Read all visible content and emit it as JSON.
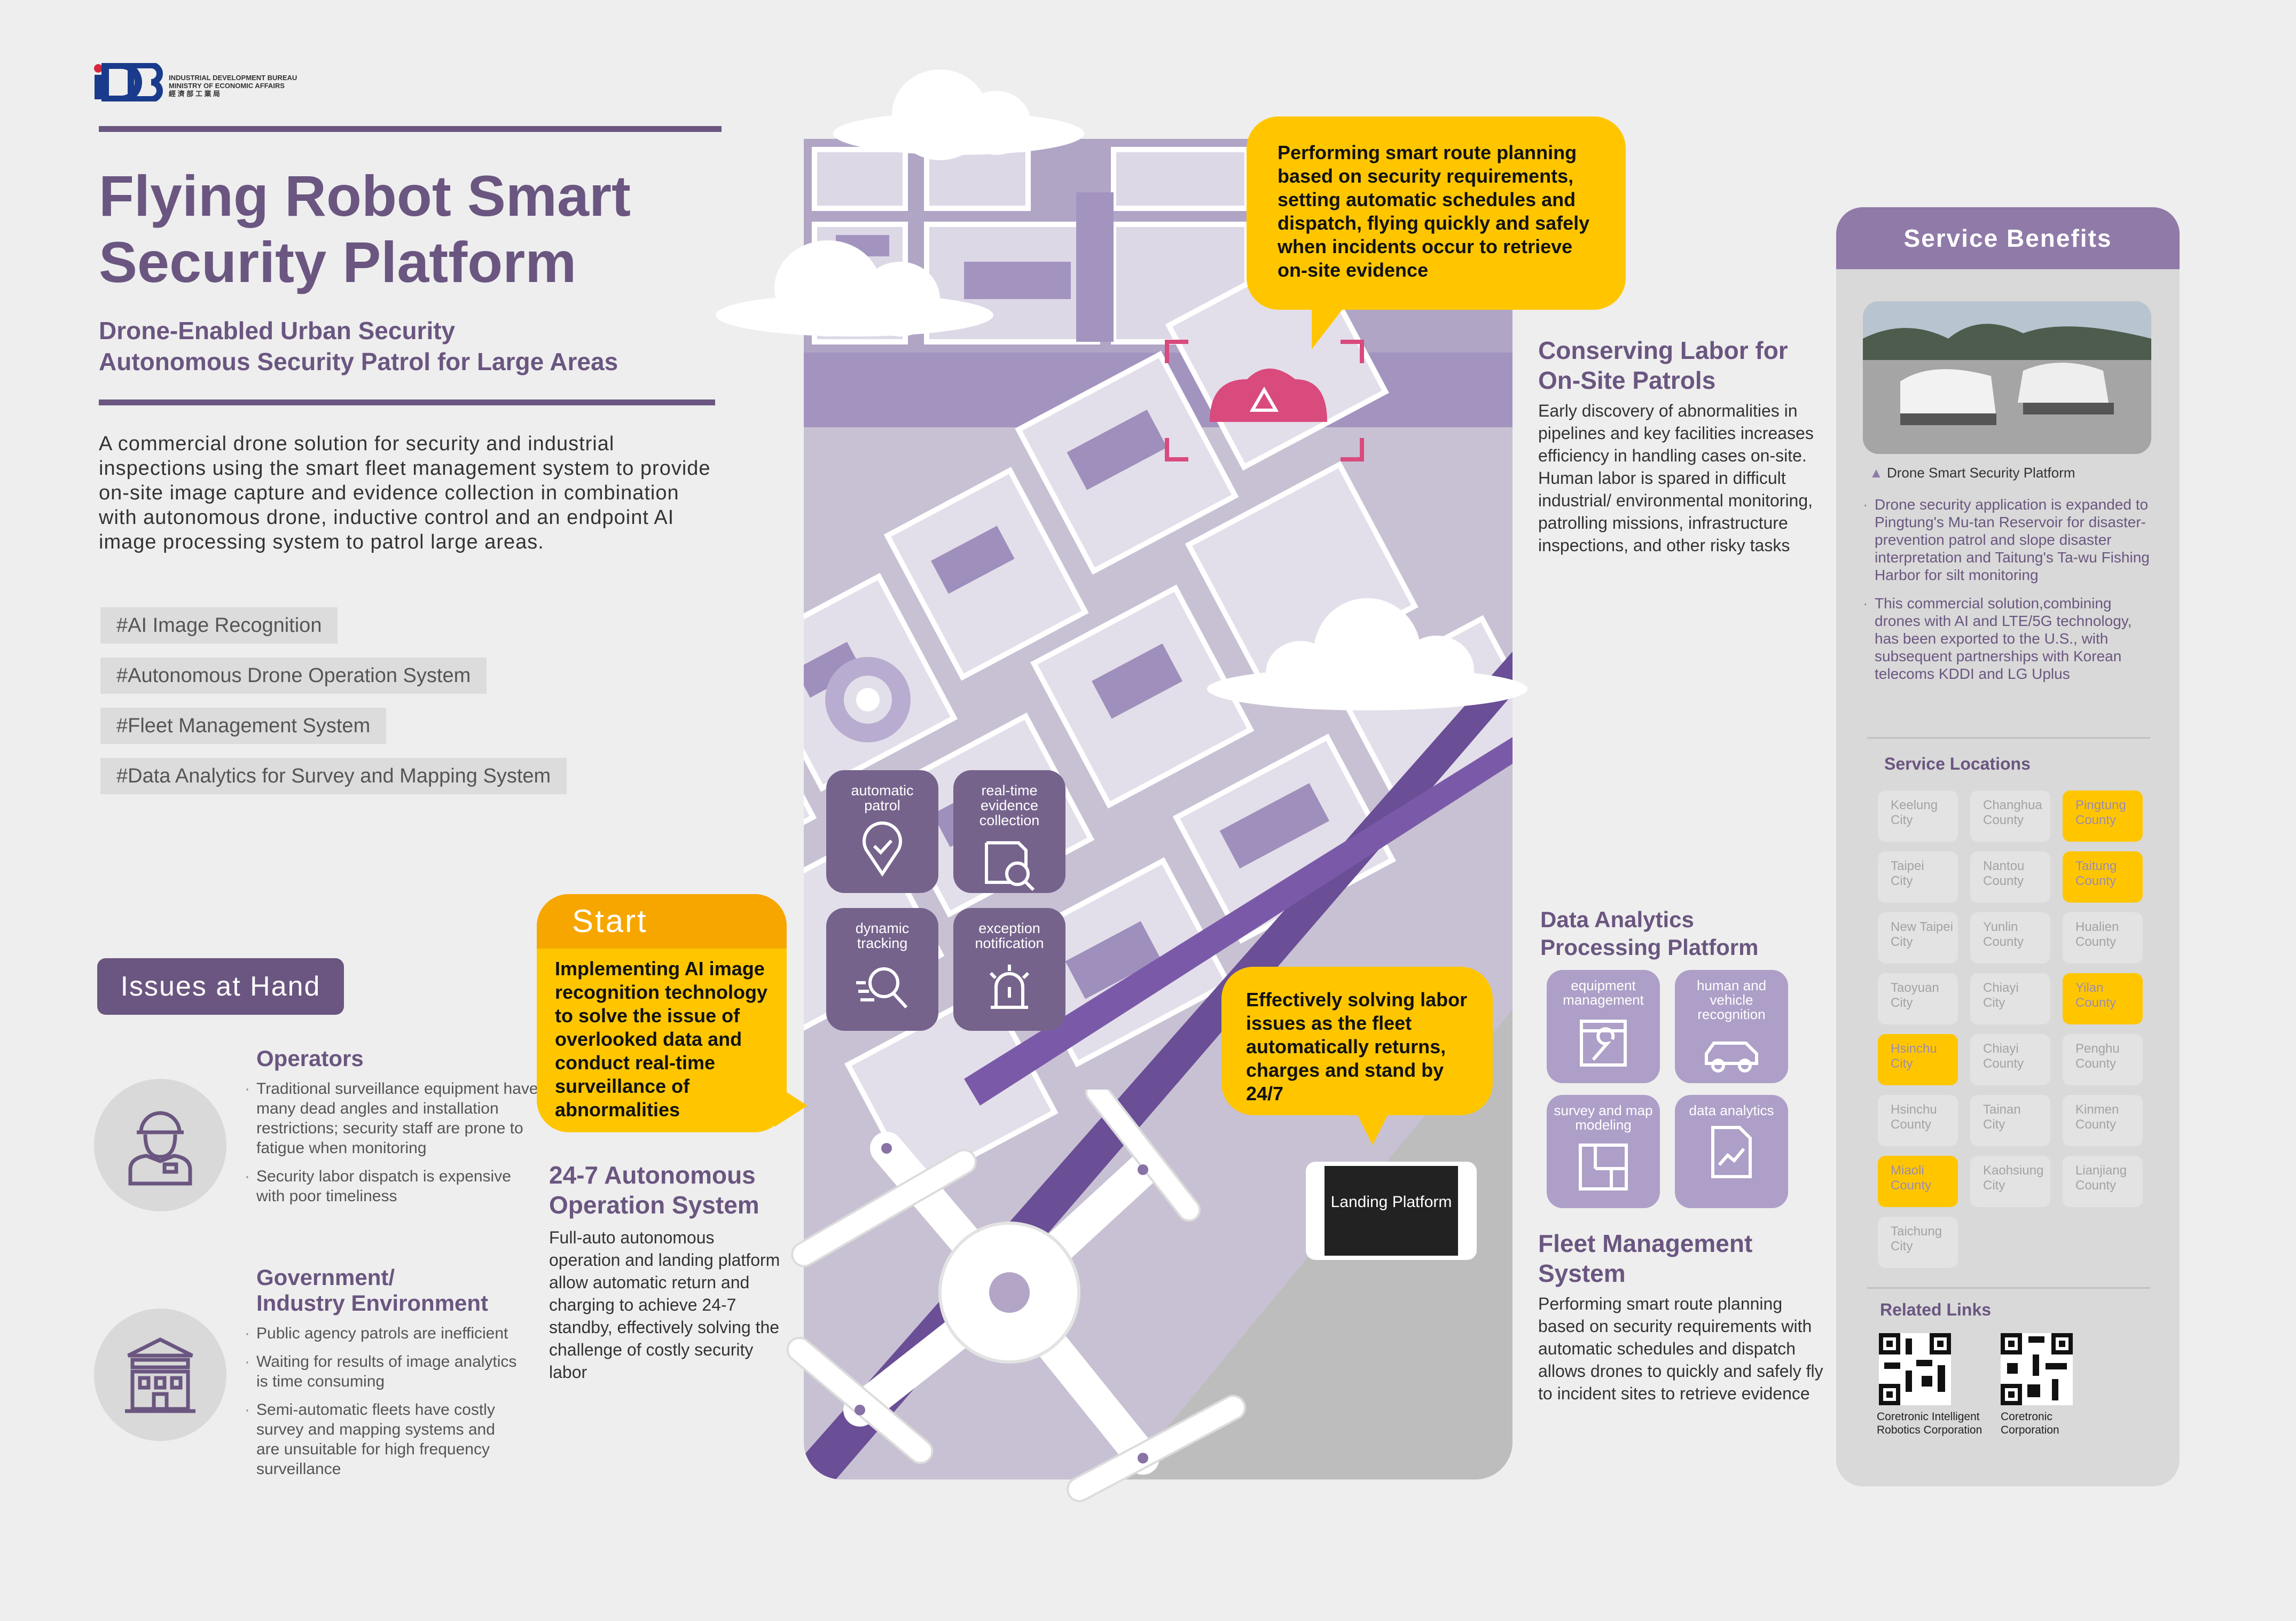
{
  "logo": {
    "mark": "IDB",
    "line1": "INDUSTRIAL DEVELOPMENT BUREAU",
    "line2": "MINISTRY OF ECONOMIC AFFAIRS",
    "line3": "經 濟 部 工 業 局"
  },
  "title": {
    "line1": "Flying Robot Smart",
    "line2": "Security Platform"
  },
  "subtitle": {
    "line1": "Drone-Enabled Urban Security",
    "line2": "Autonomous Security Patrol for Large Areas"
  },
  "intro": "A commercial drone solution for security and industrial inspections using the smart fleet management system to provide on-site image capture and evidence collection in combination with autonomous drone, inductive control and an endpoint AI image processing system to patrol large areas.",
  "tags": [
    "#AI Image Recognition",
    "#Autonomous Drone Operation System",
    "#Fleet Management System",
    "#Data Analytics for Survey and Mapping System"
  ],
  "issues": {
    "label": "Issues at Hand",
    "operators": {
      "heading": "Operators",
      "bullets": [
        "Traditional surveillance equipment have many dead angles and installation restrictions; security staff are prone to fatigue when monitoring",
        "Security labor dispatch is expensive with poor timeliness"
      ]
    },
    "government": {
      "heading1": "Government/",
      "heading2": "Industry Environment",
      "bullets": [
        "Public agency patrols are inefficient",
        "Waiting for results of image analytics is time consuming",
        "Semi-automatic fleets have costly survey and mapping systems and are unsuitable for high frequency surveillance"
      ]
    }
  },
  "map": {
    "top_bubble": "Performing smart route planning based on security requirements, setting automatic schedules and dispatch, flying quickly and safely when incidents occur to retrieve on-site evidence",
    "start_label": "Start",
    "start_text": "Implementing AI image recognition technology to solve the issue of overlooked data and conduct real-time surveillance of abnormalities",
    "labor_bubble": "Effectively solving labor issues as the fleet automatically returns, charges and stand by 24/7",
    "landing_label": "Landing Platform",
    "features": [
      {
        "label": "automatic patrol",
        "icon": "location-check-icon"
      },
      {
        "label": "real-time evidence collection",
        "icon": "document-magnifier-icon"
      },
      {
        "label": "dynamic tracking",
        "icon": "magnifier-motion-icon"
      },
      {
        "label": "exception notification",
        "icon": "alarm-siren-icon"
      }
    ]
  },
  "autonomous": {
    "heading1": "24-7 Autonomous",
    "heading2": "Operation System",
    "body": "Full-auto autonomous operation and landing platform allow automatic return and charging to achieve 24-7 standby, effectively solving the challenge of costly security labor"
  },
  "conserving": {
    "heading1": "Conserving Labor for",
    "heading2": "On-Site Patrols",
    "body": "Early discovery of abnormalities in pipelines and key facilities increases efficiency in handling cases on-site. Human labor is spared in difficult industrial/ environmental monitoring, patrolling missions, infrastructure inspections, and other risky tasks"
  },
  "data_analytics": {
    "heading1": "Data Analytics",
    "heading2": "Processing Platform",
    "tiles": [
      {
        "label": "equipment management",
        "icon": "tools-icon"
      },
      {
        "label": "human and vehicle recognition",
        "icon": "car-icon"
      },
      {
        "label": "survey and map modeling",
        "icon": "blueprint-icon"
      },
      {
        "label": "data analytics",
        "icon": "report-chart-icon"
      }
    ]
  },
  "fleet": {
    "heading1": "Fleet Management",
    "heading2": "System",
    "body": "Performing smart route planning based on security requirements with automatic schedules and dispatch allows drones to quickly and safely fly to incident sites to retrieve evidence"
  },
  "benefits": {
    "heading": "Service Benefits",
    "photo_caption": "Drone Smart Security Platform",
    "bullets": [
      "Drone security application is expanded to Pingtung's Mu-tan Reservoir for disaster-prevention patrol and slope disaster interpretation and Taitung's Ta-wu Fishing Harbor for silt monitoring",
      "This commercial solution,combining drones with AI and LTE/5G technology, has been exported to the U.S., with subsequent partnerships with Korean telecoms KDDI and LG Uplus"
    ],
    "locations_heading": "Service Locations",
    "locations": [
      {
        "l1": "Keelung",
        "l2": "City",
        "active": false
      },
      {
        "l1": "Changhua",
        "l2": "County",
        "active": false
      },
      {
        "l1": "Pingtung",
        "l2": "County",
        "active": true
      },
      {
        "l1": "Taipei",
        "l2": "City",
        "active": false
      },
      {
        "l1": "Nantou",
        "l2": "County",
        "active": false
      },
      {
        "l1": "Taitung",
        "l2": "County",
        "active": true
      },
      {
        "l1": "New Taipei",
        "l2": "City",
        "active": false
      },
      {
        "l1": "Yunlin",
        "l2": "County",
        "active": false
      },
      {
        "l1": "Hualien",
        "l2": "County",
        "active": false
      },
      {
        "l1": "Taoyuan",
        "l2": "City",
        "active": false
      },
      {
        "l1": "Chiayi",
        "l2": "City",
        "active": false
      },
      {
        "l1": "Yilan",
        "l2": "County",
        "active": true
      },
      {
        "l1": "Hsinchu",
        "l2": "City",
        "active": true
      },
      {
        "l1": "Chiayi",
        "l2": "County",
        "active": false
      },
      {
        "l1": "Penghu",
        "l2": "County",
        "active": false
      },
      {
        "l1": "Hsinchu",
        "l2": "County",
        "active": false
      },
      {
        "l1": "Tainan",
        "l2": "City",
        "active": false
      },
      {
        "l1": "Kinmen",
        "l2": "County",
        "active": false
      },
      {
        "l1": "Miaoli",
        "l2": "County",
        "active": true
      },
      {
        "l1": "Kaohsiung",
        "l2": "City",
        "active": false
      },
      {
        "l1": "Lianjiang",
        "l2": "County",
        "active": false
      },
      {
        "l1": "Taichung",
        "l2": "City",
        "active": false
      }
    ],
    "links_heading": "Related Links",
    "links": [
      {
        "l1": "Coretronic Intelligent",
        "l2": "Robotics Corporation"
      },
      {
        "l1": "Coretronic",
        "l2": "Corporation"
      }
    ]
  },
  "colors": {
    "brand_purple": "#6a5680",
    "accent_yellow": "#ffc600",
    "start_orange": "#f7a600"
  }
}
